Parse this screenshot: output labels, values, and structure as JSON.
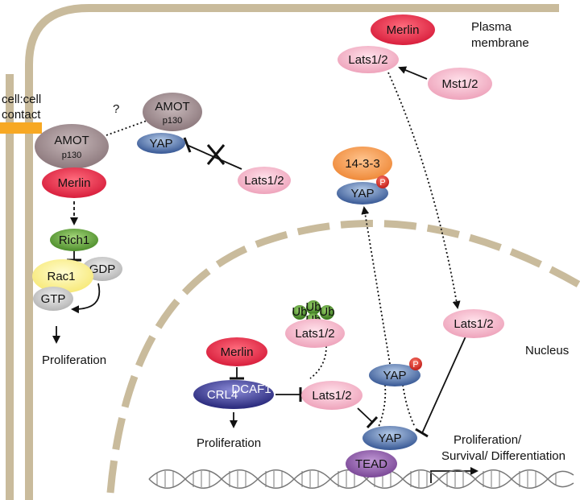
{
  "labels": {
    "plasma_membrane_1": "Plasma",
    "plasma_membrane_2": "membrane",
    "cell_contact_1": "cell:cell",
    "cell_contact_2": "contact",
    "question": "?",
    "nucleus": "Nucleus",
    "proliferation_left": "Proliferation",
    "proliferation_mid": "Proliferation",
    "proliferation_right_1": "Proliferation/",
    "proliferation_right_2": "Survival/ Differentiation"
  },
  "nodes": {
    "merlin_top": "Merlin",
    "lats_top": "Lats1/2",
    "mst": "Mst1/2",
    "amot_top": "AMOT",
    "amot_top_sub": "p130",
    "yap_top": "YAP",
    "lats_inhibited": "Lats1/2",
    "amot_left": "AMOT",
    "amot_left_sub": "p130",
    "merlin_left": "Merlin",
    "rich1": "Rich1",
    "rac1": "Rac1",
    "gdp": "GDP",
    "gtp": "GTP",
    "p1433": "14-3-3",
    "yap_p_cyto": "YAP",
    "p_badge": "P",
    "ub": "Ub",
    "lats_ub": "Lats1/2",
    "merlin_nuc": "Merlin",
    "crl4": "CRL4",
    "crl4_sup": "DCAF1",
    "lats_nuc": "Lats1/2",
    "yap_p_nuc": "YAP",
    "yap_nuc": "YAP",
    "tead": "TEAD",
    "lats_right": "Lats1/2"
  },
  "colors": {
    "membrane": "#c9bb9c",
    "merlin": "#e8324c",
    "lats": "#f4b7c9",
    "amot": "#9e8b8f",
    "yap": "#3f5f9a",
    "rich1": "#6aaa45",
    "rac1": "#fdf39a",
    "gdp": "#c8c8c8",
    "p1433": "#f3964b",
    "phospho": "#d7332c",
    "crl4": "#3b3b8f",
    "tead": "#8a5aa6",
    "ub": "#4f8f2e",
    "contact": "#f7a823"
  },
  "icons": [
    "inhibition-arrow",
    "cross-mark",
    "dna-helix"
  ]
}
